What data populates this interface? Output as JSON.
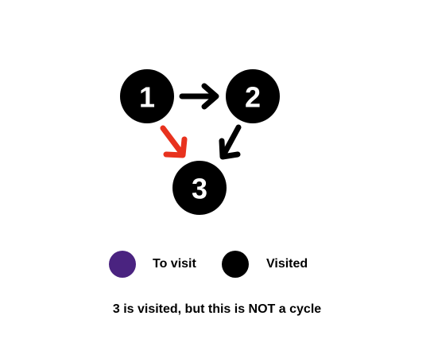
{
  "colors": {
    "node_fill": "#000000",
    "node_text": "#ffffff",
    "edge_default": "#000000",
    "edge_highlight": "#e8321e",
    "to_visit": "#4a2380",
    "visited": "#000000"
  },
  "graph": {
    "nodes": [
      {
        "id": "1",
        "label": "1"
      },
      {
        "id": "2",
        "label": "2"
      },
      {
        "id": "3",
        "label": "3"
      }
    ],
    "edges": [
      {
        "from": "1",
        "to": "2",
        "highlighted": false
      },
      {
        "from": "1",
        "to": "3",
        "highlighted": true
      },
      {
        "from": "2",
        "to": "3",
        "highlighted": false
      }
    ]
  },
  "legend": {
    "to_visit_label": "To visit",
    "visited_label": "Visited"
  },
  "caption": "3 is visited, but this is NOT a cycle"
}
